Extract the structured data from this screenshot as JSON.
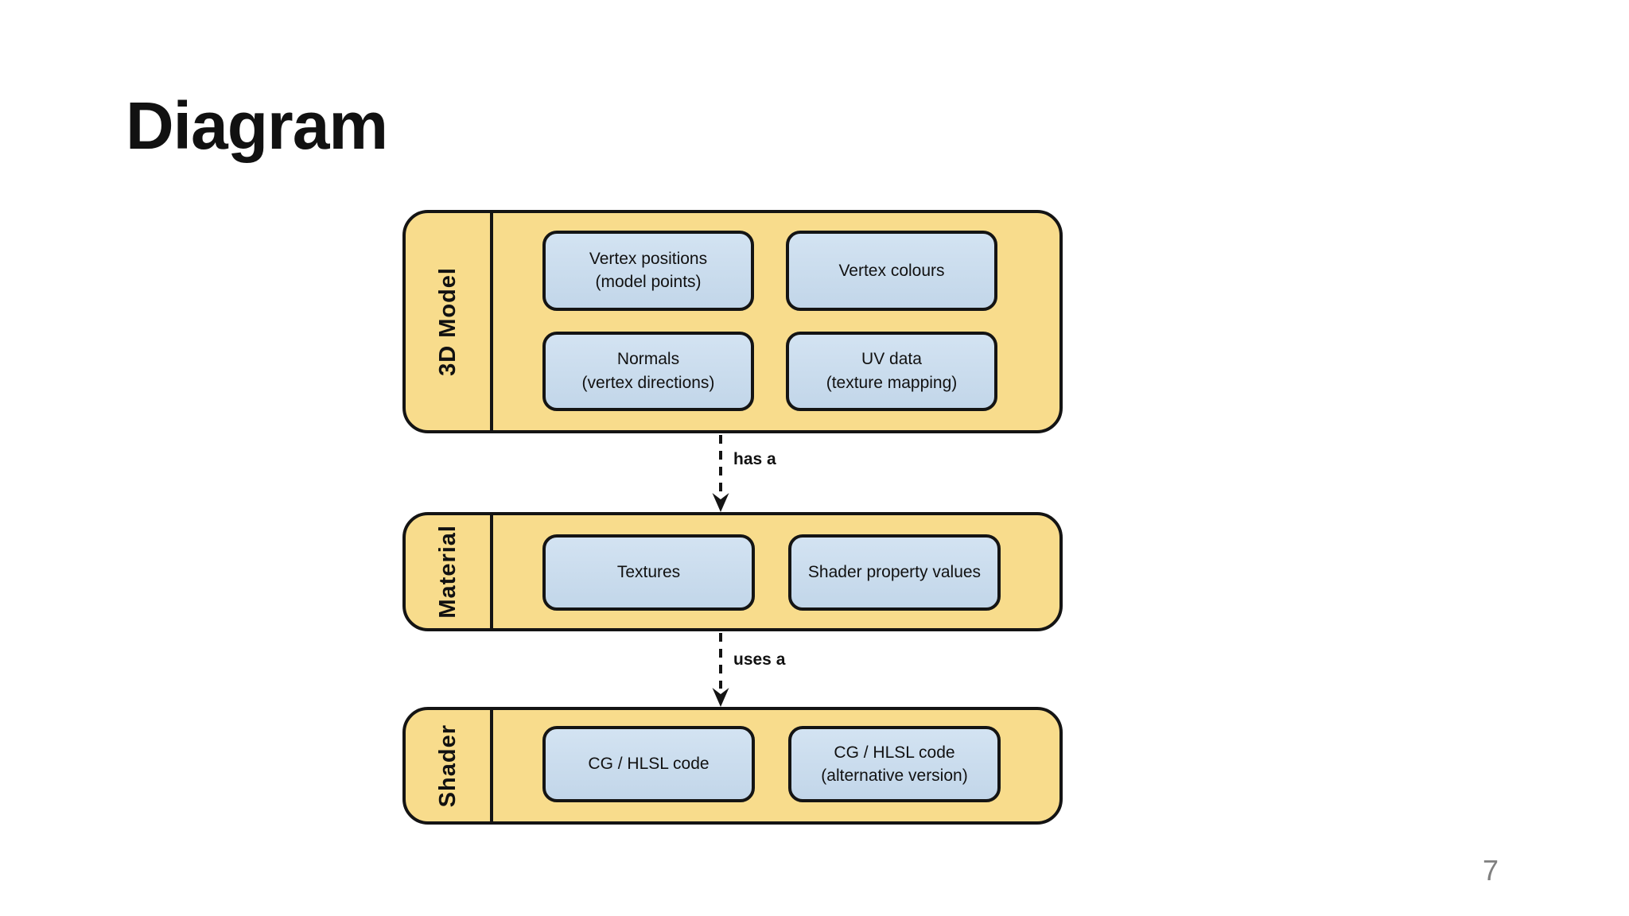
{
  "slide": {
    "title": "Diagram",
    "page_number": "7"
  },
  "diagram": {
    "colors": {
      "band_fill": "#F8DC8C",
      "box_fill_top": "#D3E3F2",
      "box_fill_bottom": "#C2D6E9",
      "outline": "#141414",
      "text": "#111111",
      "page_number": "#808080"
    },
    "bands": [
      {
        "label": "3D Model",
        "boxes": [
          {
            "line1": "Vertex positions",
            "line2": "(model points)"
          },
          {
            "line1": "Vertex colours",
            "line2": ""
          },
          {
            "line1": "Normals",
            "line2": "(vertex directions)"
          },
          {
            "line1": "UV data",
            "line2": "(texture mapping)"
          }
        ]
      },
      {
        "label": "Material",
        "boxes": [
          {
            "line1": "Textures",
            "line2": ""
          },
          {
            "line1": "Shader property values",
            "line2": ""
          }
        ]
      },
      {
        "label": "Shader",
        "boxes": [
          {
            "line1": "CG / HLSL code",
            "line2": ""
          },
          {
            "line1": "CG / HLSL code",
            "line2": "(alternative version)"
          }
        ]
      }
    ],
    "arrows": [
      {
        "label": "has a"
      },
      {
        "label": "uses a"
      }
    ]
  }
}
